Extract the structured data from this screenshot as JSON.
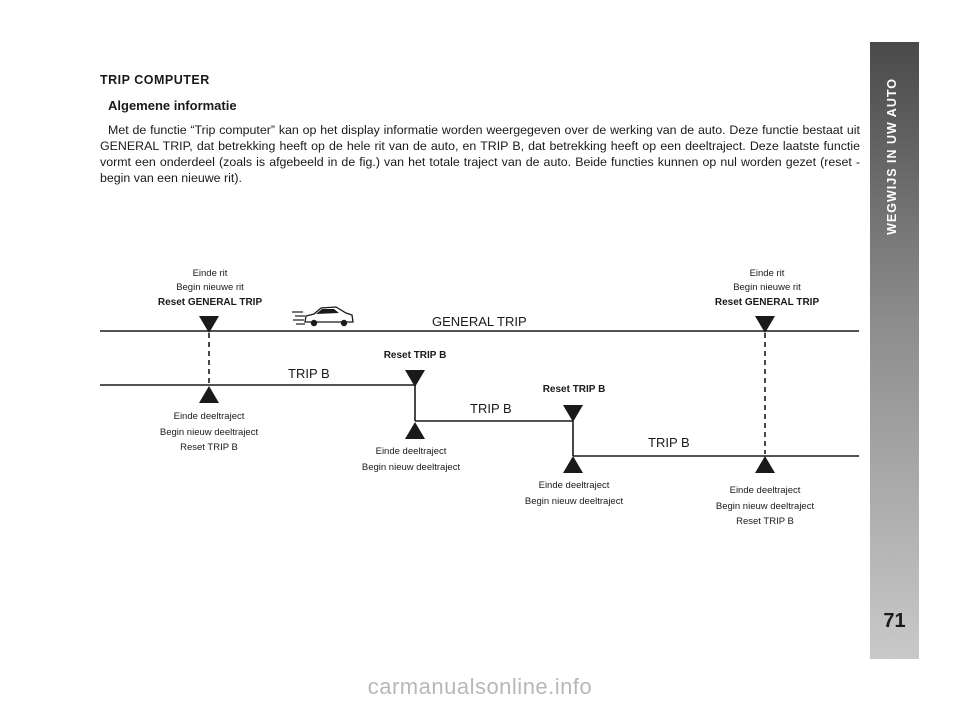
{
  "side_tab": {
    "label": "WEGWIJS IN UW AUTO",
    "page_number": "71"
  },
  "heading": "TRIP COMPUTER",
  "subheading": "Algemene informatie",
  "body": "Met de functie “Trip computer” kan op het display informatie worden weergegeven over de werking van de auto. Deze functie bestaat uit GENERAL TRIP, dat betrekking heeft op de hele rit van de auto, en TRIP B, dat betrekking heeft op een deeltraject. Deze laatste functie vormt een onderdeel (zoals is afgebeeld in de fig.) van het totale traject van de auto. Beide functies kunnen op nul worden gezet (reset - begin van een nieuwe rit).",
  "diagram": {
    "general_trip_label": "GENERAL TRIP",
    "trip_b_label": "TRIP B",
    "car_icon": "car-icon",
    "top_left": {
      "l1": "Einde rit",
      "l2": "Begin nieuwe rit",
      "l3": "Reset GENERAL TRIP"
    },
    "top_right": {
      "l1": "Einde rit",
      "l2": "Begin nieuwe rit",
      "l3": "Reset GENERAL TRIP"
    },
    "reset_trip_b": "Reset TRIP B",
    "bottom_1": {
      "l1": "Einde deeltraject",
      "l2": "Begin nieuw deeltraject",
      "l3": "Reset TRIP B"
    },
    "bottom_2": {
      "l1": "Einde deeltraject",
      "l2": "Begin nieuw deeltraject"
    },
    "bottom_3": {
      "l1": "Einde deeltraject",
      "l2": "Begin nieuw deeltraject"
    },
    "bottom_4": {
      "l1": "Einde deeltraject",
      "l2": "Begin nieuw deeltraject",
      "l3": "Reset TRIP B"
    }
  },
  "watermark": "carmanualsonline.info"
}
